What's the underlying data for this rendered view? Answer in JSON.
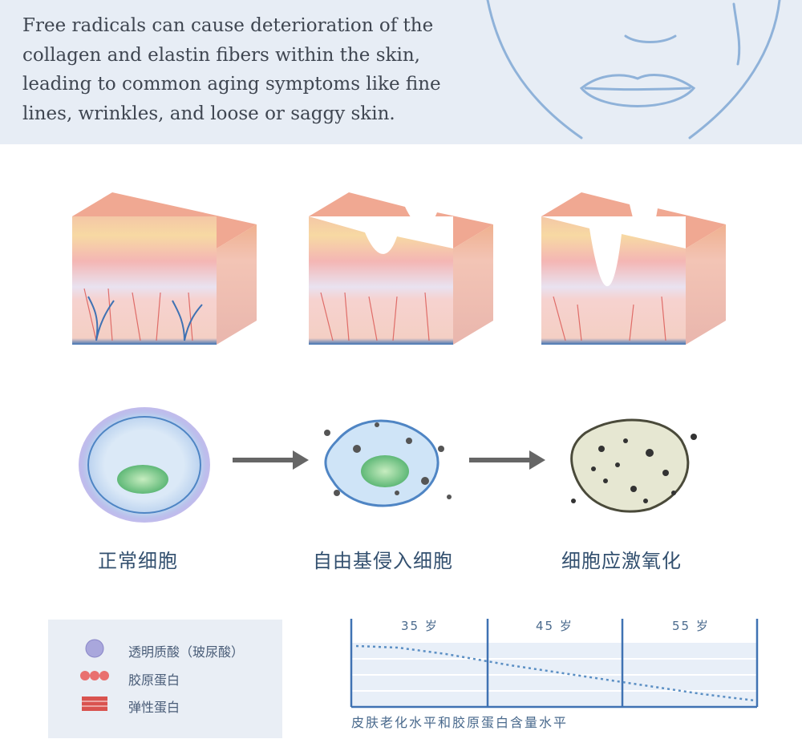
{
  "header": {
    "intro_text": "Free radicals can cause deterioration of the collagen and elastin fibers within the skin, leading to common aging symptoms like fine lines, wrinkles, and loose or saggy skin."
  },
  "cells": [
    {
      "label": "正常细胞"
    },
    {
      "label": "自由基侵入细胞"
    },
    {
      "label": "细胞应激氧化"
    }
  ],
  "legend": {
    "items": [
      {
        "label": "透明质酸（玻尿酸）",
        "icon": "hyaluronic-acid-icon"
      },
      {
        "label": "胶原蛋白",
        "icon": "collagen-icon"
      },
      {
        "label": "弹性蛋白",
        "icon": "elastin-icon"
      }
    ]
  },
  "age_chart": {
    "columns": [
      "35 岁",
      "45 岁",
      "55 岁"
    ],
    "caption": "皮肤老化水平和胶原蛋白含量水平",
    "trend": "declining"
  },
  "colors": {
    "header_bg": "#e7edf5",
    "skin_top": "#f0b29e",
    "chart_line": "#5b8fc4",
    "label_text": "#33506f"
  }
}
